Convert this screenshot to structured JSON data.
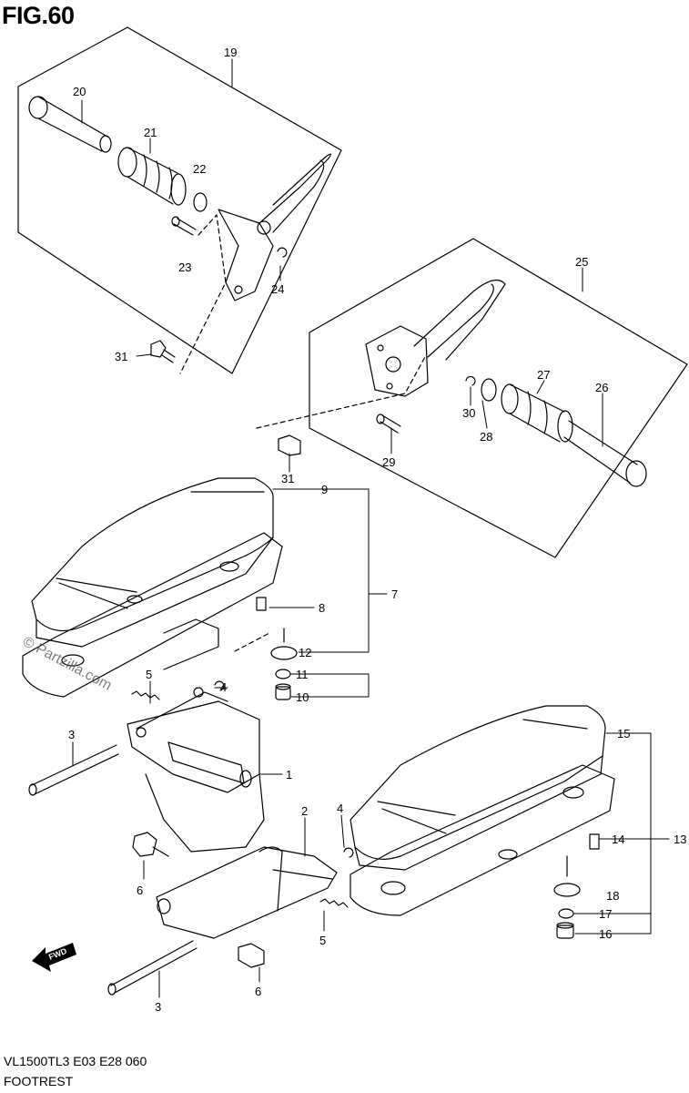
{
  "figure": {
    "title": "FIG.60",
    "model_line": "VL1500TL3  E03  E28  060",
    "section_name": "FOOTREST",
    "watermark": "© Partzilla.com",
    "fwd_label": "FWD"
  },
  "callouts": {
    "c1": "1",
    "c2": "2",
    "c3a": "3",
    "c3b": "3",
    "c4a": "4",
    "c4b": "4",
    "c5a": "5",
    "c5b": "5",
    "c6a": "6",
    "c6b": "6",
    "c7": "7",
    "c8": "8",
    "c9": "9",
    "c10": "10",
    "c11": "11",
    "c12": "12",
    "c13": "13",
    "c14": "14",
    "c15": "15",
    "c16": "16",
    "c17": "17",
    "c18": "18",
    "c19": "19",
    "c20": "20",
    "c21": "21",
    "c22": "22",
    "c23": "23",
    "c24": "24",
    "c25": "25",
    "c26": "26",
    "c27": "27",
    "c28": "28",
    "c29": "29",
    "c30": "30",
    "c31a": "31",
    "c31b": "31"
  }
}
